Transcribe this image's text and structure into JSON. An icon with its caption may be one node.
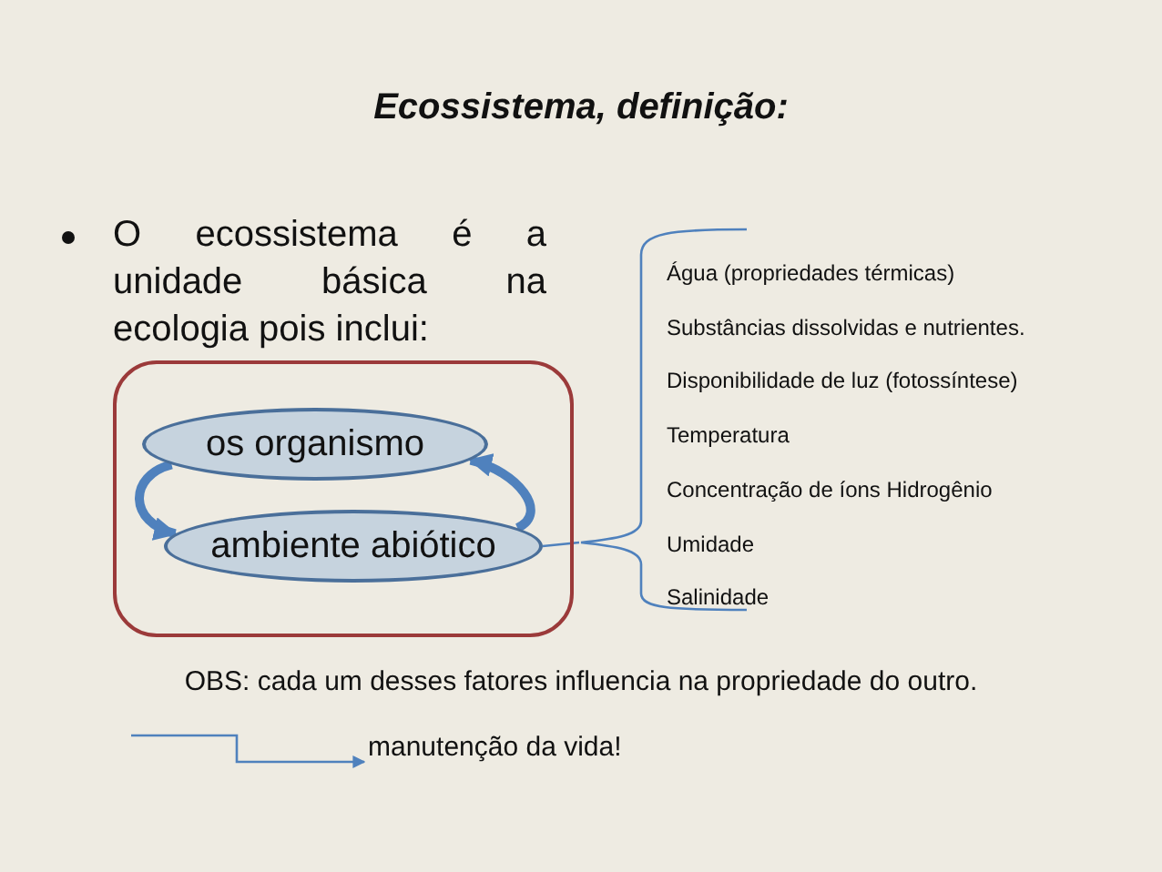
{
  "diagram": {
    "title": "Ecossistema, definição:",
    "nodes": [
      {
        "text": [],
        "shape": "box"
      },
      {
        "text": [
          "os organismo"
        ],
        "in": 0
      },
      {
        "text": [
          "ambiente abiótico"
        ],
        "in": 0
      },
      {
        "text": [
          "Água (propriedades térmicas)",
          "Substâncias dissolvidas e nutrientes.",
          "Disponibilidade de luz (fotossíntese)",
          "Temperatura",
          "Concentração de íons Hidrogênio",
          "Umidade",
          "Salinidade"
        ]
      },
      {
        "text": [
          "manutenção da vida!"
        ]
      }
    ],
    "edges": [
      {
        "from": 1,
        "to": 2,
        "arrow": "to",
        "style": "thick"
      },
      {
        "from": 2,
        "to": 1,
        "arrow": "to",
        "style": "thick"
      },
      {
        "from": 2,
        "to": 3,
        "arrow": "none"
      },
      {
        "from": null,
        "to": 4,
        "arrow": "to"
      }
    ],
    "labels": [
      "O ecossistema é a unidade básica na ecologia pois inclui:",
      "OBS: cada um desses fatores influencia na propriedade do outro."
    ]
  }
}
